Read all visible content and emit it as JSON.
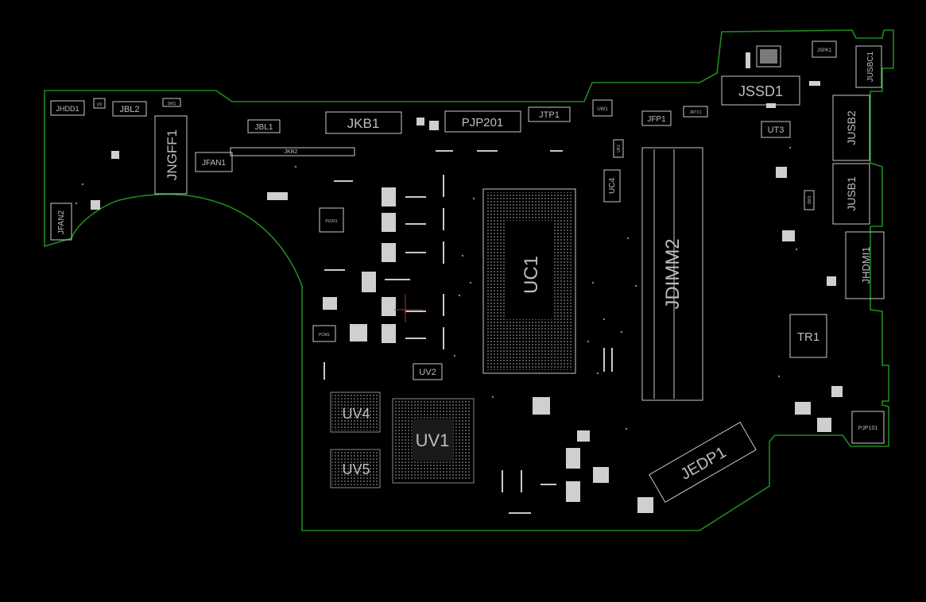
{
  "board": {
    "outline_color": "#1f8a1f",
    "outline_color_name": "green board edge",
    "background": "#000000",
    "component_color": "#c8c8c8",
    "via_color": "#3fa3a3"
  },
  "components": {
    "JHDD1": "JHDD1",
    "U9": "U9",
    "JBL2": "JBL2",
    "SW1": "SW1",
    "JNGFF1": "JNGFF1",
    "JFAN1": "JFAN1",
    "JFAN2": "JFAN2",
    "JBL1": "JBL1",
    "JKB2": "JKB2",
    "JKB1": "JKB1",
    "PJP201": "PJP201",
    "JTP1": "JTP1",
    "UW1": "UW1",
    "JFP1": "JFP1",
    "JRTC1": "JRTC1",
    "UF2": "UF2",
    "UC4": "UC4",
    "JSPK1": "JSPK1",
    "JUSBC1": "JUSBC1",
    "JSSD1": "JSSD1",
    "UT3": "UT3",
    "JUSB2": "JUSB2",
    "JUSB1": "JUSB1",
    "SW3": "SW3",
    "JHDMI1": "JHDMI1",
    "TR1": "TR1",
    "PJP101": "PJP101",
    "JDIMM2": "JDIMM2",
    "UC1": "UC1",
    "UV2": "UV2",
    "UV4": "UV4",
    "UV5": "UV5",
    "UV1": "UV1",
    "JEDP1": "JEDP1",
    "PU301": "PU301",
    "PCM1": "PCM1"
  }
}
